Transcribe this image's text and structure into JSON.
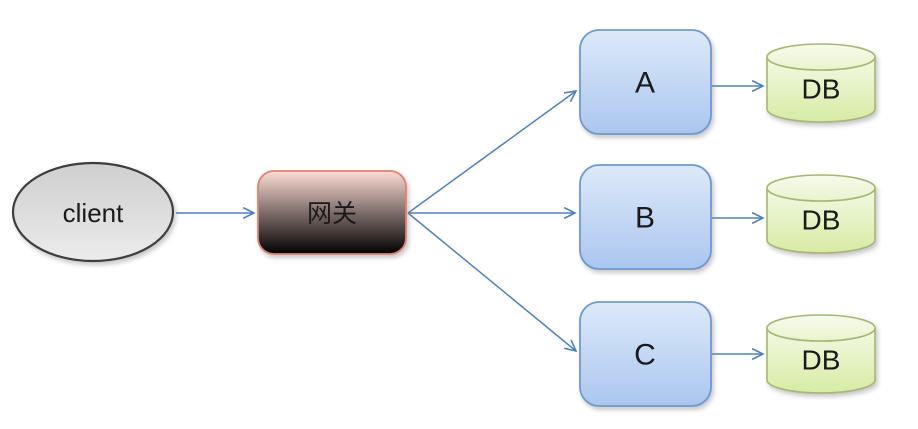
{
  "nodes": {
    "client": {
      "label": "client",
      "shape": "ellipse",
      "fill": "#dddddd",
      "border": "#3d3d3d"
    },
    "gateway": {
      "label": "网关",
      "shape": "rounded-rect",
      "fill": "#f8b3a4",
      "border": "#e0826f"
    },
    "service_a": {
      "label": "A",
      "shape": "rounded-rect",
      "fill": "#bcd2f2",
      "border": "#6f9ad0"
    },
    "service_b": {
      "label": "B",
      "shape": "rounded-rect",
      "fill": "#bcd2f2",
      "border": "#6f9ad0"
    },
    "service_c": {
      "label": "C",
      "shape": "rounded-rect",
      "fill": "#bcd2f2",
      "border": "#6f9ad0"
    },
    "db_a": {
      "label": "DB",
      "shape": "cylinder",
      "fill": "#e2f0b8",
      "border": "#a6b873"
    },
    "db_b": {
      "label": "DB",
      "shape": "cylinder",
      "fill": "#e2f0b8",
      "border": "#a6b873"
    },
    "db_c": {
      "label": "DB",
      "shape": "cylinder",
      "fill": "#e2f0b8",
      "border": "#a6b873"
    }
  },
  "edges": [
    {
      "from": "client",
      "to": "gateway"
    },
    {
      "from": "gateway",
      "to": "service_a"
    },
    {
      "from": "gateway",
      "to": "service_b"
    },
    {
      "from": "gateway",
      "to": "service_c"
    },
    {
      "from": "service_a",
      "to": "db_a"
    },
    {
      "from": "service_b",
      "to": "db_b"
    },
    {
      "from": "service_c",
      "to": "db_c"
    }
  ],
  "colors": {
    "connector": "#4f81bd",
    "text": "#1a1a1a",
    "background": "#ffffff"
  }
}
